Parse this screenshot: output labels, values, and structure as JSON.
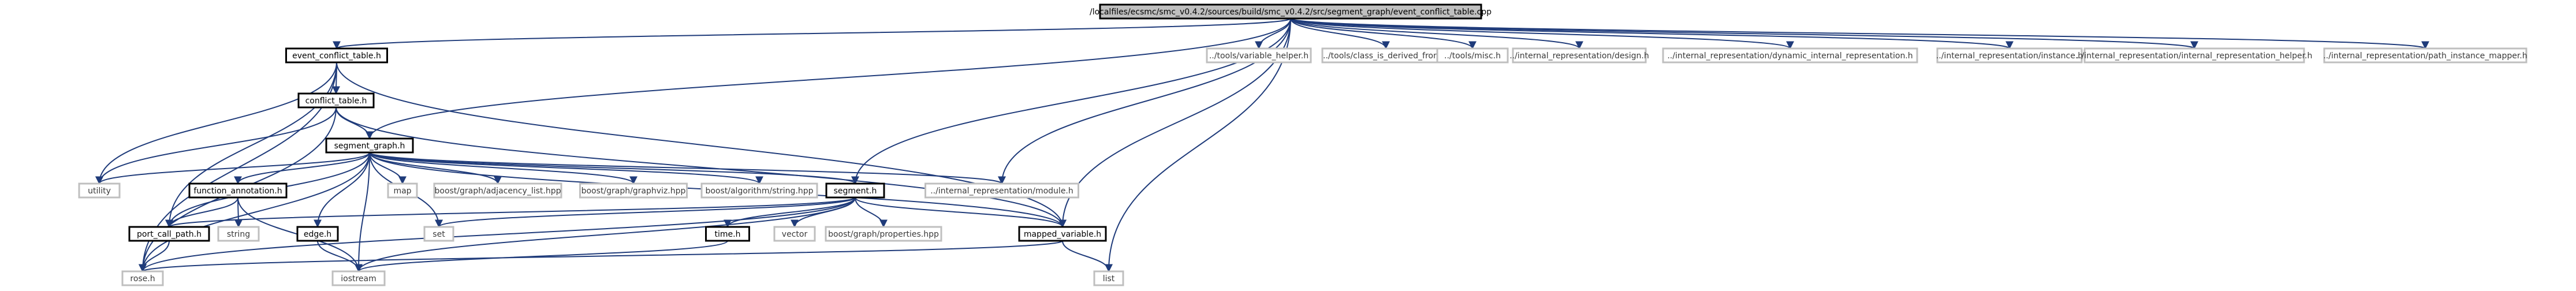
{
  "graph": {
    "nodes": [
      {
        "id": "root",
        "label": "/localfiles/ecsmc/smc_v0.4.2/sources/build/smc_v0.4.2/src/segment_graph/event_conflict_table.cpp",
        "style": "root"
      },
      {
        "id": "event_conflict_table",
        "label": "event_conflict_table.h",
        "style": "boxed"
      },
      {
        "id": "variable_helper",
        "label": "../tools/variable_helper.h",
        "style": "plain"
      },
      {
        "id": "class_is_derived_from",
        "label": "../tools/class_is_derived_from.h",
        "style": "plain"
      },
      {
        "id": "misc",
        "label": "../tools/misc.h",
        "style": "plain"
      },
      {
        "id": "design",
        "label": "../internal_representation/design.h",
        "style": "plain"
      },
      {
        "id": "dynamic_ir",
        "label": "../internal_representation/dynamic_internal_representation.h",
        "style": "plain"
      },
      {
        "id": "instance",
        "label": "../internal_representation/instance.h",
        "style": "plain"
      },
      {
        "id": "ir_helper",
        "label": "../internal_representation/internal_representation_helper.h",
        "style": "plain"
      },
      {
        "id": "path_instance_mapper",
        "label": "../internal_representation/path_instance_mapper.h",
        "style": "plain"
      },
      {
        "id": "conflict_table",
        "label": "conflict_table.h",
        "style": "boxed"
      },
      {
        "id": "segment_graph",
        "label": "segment_graph.h",
        "style": "boxed"
      },
      {
        "id": "utility",
        "label": "utility",
        "style": "plain"
      },
      {
        "id": "function_annotation",
        "label": "function_annotation.h",
        "style": "boxed"
      },
      {
        "id": "map",
        "label": "map",
        "style": "plain"
      },
      {
        "id": "adjacency_list",
        "label": "boost/graph/adjacency_list.hpp",
        "style": "plain"
      },
      {
        "id": "graphviz",
        "label": "boost/graph/graphviz.hpp",
        "style": "plain"
      },
      {
        "id": "string_hpp",
        "label": "boost/algorithm/string.hpp",
        "style": "plain"
      },
      {
        "id": "segment",
        "label": "segment.h",
        "style": "boxed"
      },
      {
        "id": "module",
        "label": "../internal_representation/module.h",
        "style": "plain"
      },
      {
        "id": "string",
        "label": "string",
        "style": "plain"
      },
      {
        "id": "edge",
        "label": "edge.h",
        "style": "boxed"
      },
      {
        "id": "set",
        "label": "set",
        "style": "plain"
      },
      {
        "id": "time",
        "label": "time.h",
        "style": "boxed"
      },
      {
        "id": "vector",
        "label": "vector",
        "style": "plain"
      },
      {
        "id": "properties",
        "label": "boost/graph/properties.hpp",
        "style": "plain"
      },
      {
        "id": "mapped_variable",
        "label": "mapped_variable.h",
        "style": "boxed"
      },
      {
        "id": "port_call_path",
        "label": "port_call_path.h",
        "style": "boxed"
      },
      {
        "id": "rose",
        "label": "rose.h",
        "style": "plain"
      },
      {
        "id": "iostream",
        "label": "iostream",
        "style": "plain"
      },
      {
        "id": "list",
        "label": "list",
        "style": "plain"
      }
    ],
    "edges": [
      [
        "root",
        "event_conflict_table"
      ],
      [
        "root",
        "variable_helper"
      ],
      [
        "root",
        "class_is_derived_from"
      ],
      [
        "root",
        "misc"
      ],
      [
        "root",
        "design"
      ],
      [
        "root",
        "dynamic_ir"
      ],
      [
        "root",
        "instance"
      ],
      [
        "root",
        "ir_helper"
      ],
      [
        "root",
        "path_instance_mapper"
      ],
      [
        "root",
        "segment_graph"
      ],
      [
        "root",
        "segment"
      ],
      [
        "root",
        "module"
      ],
      [
        "root",
        "mapped_variable"
      ],
      [
        "root",
        "list"
      ],
      [
        "event_conflict_table",
        "conflict_table"
      ],
      [
        "event_conflict_table",
        "utility"
      ],
      [
        "event_conflict_table",
        "rose"
      ],
      [
        "event_conflict_table",
        "mapped_variable"
      ],
      [
        "event_conflict_table",
        "port_call_path"
      ],
      [
        "conflict_table",
        "segment_graph"
      ],
      [
        "conflict_table",
        "utility"
      ],
      [
        "conflict_table",
        "rose"
      ],
      [
        "conflict_table",
        "mapped_variable"
      ],
      [
        "segment_graph",
        "utility"
      ],
      [
        "segment_graph",
        "function_annotation"
      ],
      [
        "segment_graph",
        "map"
      ],
      [
        "segment_graph",
        "adjacency_list"
      ],
      [
        "segment_graph",
        "graphviz"
      ],
      [
        "segment_graph",
        "string_hpp"
      ],
      [
        "segment_graph",
        "segment"
      ],
      [
        "segment_graph",
        "module"
      ],
      [
        "segment_graph",
        "edge"
      ],
      [
        "segment_graph",
        "set"
      ],
      [
        "segment_graph",
        "port_call_path"
      ],
      [
        "segment_graph",
        "rose"
      ],
      [
        "segment_graph",
        "iostream"
      ],
      [
        "segment_graph",
        "mapped_variable"
      ],
      [
        "function_annotation",
        "string"
      ],
      [
        "function_annotation",
        "iostream"
      ],
      [
        "function_annotation",
        "port_call_path"
      ],
      [
        "edge",
        "iostream"
      ],
      [
        "segment",
        "set"
      ],
      [
        "segment",
        "time"
      ],
      [
        "segment",
        "vector"
      ],
      [
        "segment",
        "properties"
      ],
      [
        "segment",
        "mapped_variable"
      ],
      [
        "segment",
        "rose"
      ],
      [
        "segment",
        "iostream"
      ],
      [
        "segment",
        "port_call_path"
      ],
      [
        "time",
        "iostream"
      ],
      [
        "mapped_variable",
        "rose"
      ],
      [
        "mapped_variable",
        "list"
      ],
      [
        "port_call_path",
        "rose"
      ]
    ]
  },
  "colors": {
    "edge": "#1f3b7a",
    "root_fill": "#bfbfbf",
    "plain_border": "#bfbfbf",
    "boxed_border": "#000000"
  }
}
